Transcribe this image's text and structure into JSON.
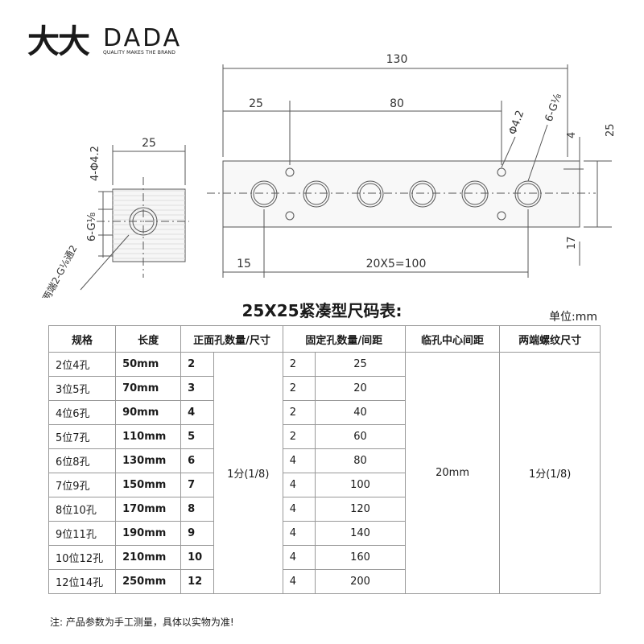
{
  "logo": {
    "mark": "大大",
    "name": "DADA",
    "tagline": "QUALITY MAKES THE BRAND"
  },
  "drawing": {
    "overall_length": "130",
    "end_offset_top": "25",
    "span_top": "80",
    "fix_hole_label": "Φ4.2",
    "thread_label_top": "6-G⅛",
    "height_right": "25",
    "small_right": "4",
    "bottom_right": "17",
    "end_offset_bottom": "15",
    "pitch_label": "20X5=100",
    "side_width": "25",
    "side_hole_label": "4-Φ4.2",
    "side_thread_label": "6-G⅛",
    "side_ends_label": "两端2-G⅛通2"
  },
  "title": "25X25紧凑型尺码表:",
  "unit": "单位:mm",
  "table": {
    "headers": [
      "规格",
      "长度",
      "正面孔数量/尺寸",
      "固定孔数量/间距",
      "临孔中心间距",
      "两端螺纹尺寸"
    ],
    "rows": [
      {
        "spec": "2位4孔",
        "length": "50mm",
        "front_count": "2",
        "fix_count": "2",
        "fix_spacing": "25"
      },
      {
        "spec": "3位5孔",
        "length": "70mm",
        "front_count": "3",
        "fix_count": "2",
        "fix_spacing": "20"
      },
      {
        "spec": "4位6孔",
        "length": "90mm",
        "front_count": "4",
        "fix_count": "2",
        "fix_spacing": "40"
      },
      {
        "spec": "5位7孔",
        "length": "110mm",
        "front_count": "5",
        "fix_count": "2",
        "fix_spacing": "60"
      },
      {
        "spec": "6位8孔",
        "length": "130mm",
        "front_count": "6",
        "fix_count": "4",
        "fix_spacing": "80"
      },
      {
        "spec": "7位9孔",
        "length": "150mm",
        "front_count": "7",
        "fix_count": "4",
        "fix_spacing": "100"
      },
      {
        "spec": "8位10孔",
        "length": "170mm",
        "front_count": "8",
        "fix_count": "4",
        "fix_spacing": "120"
      },
      {
        "spec": "9位11孔",
        "length": "190mm",
        "front_count": "9",
        "fix_count": "4",
        "fix_spacing": "140"
      },
      {
        "spec": "10位12孔",
        "length": "210mm",
        "front_count": "10",
        "fix_count": "4",
        "fix_spacing": "160"
      },
      {
        "spec": "12位14孔",
        "length": "250mm",
        "front_count": "12",
        "fix_count": "4",
        "fix_spacing": "200"
      }
    ],
    "front_size": "1分(1/8)",
    "center_spacing": "20mm",
    "end_thread": "1分(1/8)"
  },
  "note": "注:  产品参数为手工测量，具体以实物为准!"
}
